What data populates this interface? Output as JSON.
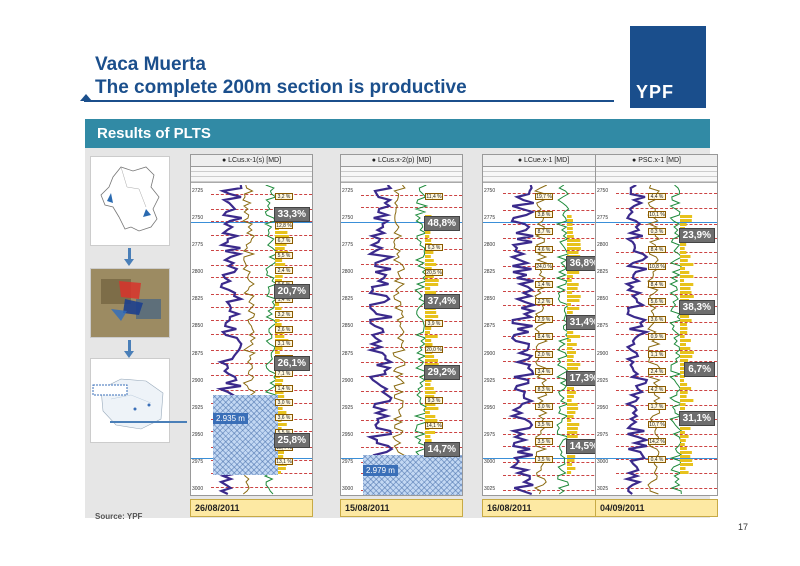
{
  "header": {
    "title_line1": "Vaca Muerta",
    "title_line2": "The complete 200m section is productive",
    "logo_text": "YPF",
    "brand_color": "#1b4f8c"
  },
  "banner": {
    "label": "Results of PLTS",
    "color": "#318aa5"
  },
  "logs": [
    {
      "well_name": "LCus.x-1(s) [MD]",
      "depths": [
        "2725",
        "2750",
        "2775",
        "2800",
        "2825",
        "2850",
        "2875",
        "2900",
        "2925",
        "2950",
        "2975",
        "3000"
      ],
      "big_percentages": [
        {
          "label": "33,3%",
          "position": 0.07
        },
        {
          "label": "20,7%",
          "position": 0.32
        },
        {
          "label": "26,1%",
          "position": 0.55
        },
        {
          "label": "25,8%",
          "position": 0.8
        }
      ],
      "small_percentages": [
        "3,2 %",
        "5,1 %",
        "12,8 %",
        "6,7 %",
        "5,5 %",
        "2,4 %",
        "9,6 %",
        "1,4 %",
        "3,2 %",
        "2,6 %",
        "3,1 %",
        "12,4 %",
        "7,1 %",
        "1,4 %",
        "3,0 %",
        "3,6 %",
        "5,5 %",
        "13,4 %",
        "13,1 %"
      ],
      "depth_label": "2.935 m",
      "date": "26/08/2011"
    },
    {
      "well_name": "LCus.x-2(p) [MD]",
      "depths": [
        "2725",
        "2750",
        "2775",
        "2800",
        "2825",
        "2850",
        "2875",
        "2900",
        "2925",
        "2950",
        "2975",
        "3000"
      ],
      "big_percentages": [
        {
          "label": "48,8%",
          "position": 0.1
        },
        {
          "label": "37,4%",
          "position": 0.35
        },
        {
          "label": "29,2%",
          "position": 0.58
        },
        {
          "label": "14,7%",
          "position": 0.83
        }
      ],
      "small_percentages": [
        "11,4 %",
        "13,8 %",
        "6,3 %",
        "20,5 %",
        "4,2 %",
        "3,9 %",
        "20,0 %",
        "3,1 %",
        "9,3 %",
        "14,1 %",
        "3,7 %"
      ],
      "depth_label": "2.979 m",
      "date": "15/08/2011"
    },
    {
      "well_name": "LCue.x-1 [MD]",
      "depths": [
        "2750",
        "2775",
        "2800",
        "2825",
        "2850",
        "2875",
        "2900",
        "2925",
        "2950",
        "2975",
        "3000",
        "3025"
      ],
      "big_percentages": [
        {
          "label": "36,8%",
          "position": 0.23
        },
        {
          "label": "31,4%",
          "position": 0.42
        },
        {
          "label": "17,3%",
          "position": 0.6
        },
        {
          "label": "14,5%",
          "position": 0.82
        }
      ],
      "small_percentages": [
        "19,7 %",
        "3,8 %",
        "8,7 %",
        "4,6 %",
        "24,0 %",
        "1,4 %",
        "2,2 %",
        "2,9 %",
        "8,4 %",
        "2,0 %",
        "3,4 %",
        "8,3 %",
        "3,0 %",
        "3,5 %",
        "3,5 %",
        "3,5 %"
      ],
      "depth_label": "",
      "date": "16/08/2011"
    },
    {
      "well_name": "PSC.x-1 [MD]",
      "depths": [
        "2750",
        "2775",
        "2800",
        "2825",
        "2850",
        "2875",
        "2900",
        "2925",
        "2950",
        "2975",
        "3000",
        "3025"
      ],
      "big_percentages": [
        {
          "label": "23,9%",
          "position": 0.14
        },
        {
          "label": "38,3%",
          "position": 0.37
        },
        {
          "label": "6,7%",
          "position": 0.57
        },
        {
          "label": "31,1%",
          "position": 0.73
        }
      ],
      "small_percentages": [
        "4,4 %",
        "10,1 %",
        "0,3 %",
        "8,4 %",
        "10,8 %",
        "8,4 %",
        "5,6 %",
        "3,6 %",
        "0,9 %",
        "1,1 %",
        "2,4 %",
        "4,2 %",
        "1,7 %",
        "10,7 %",
        "14,2 %",
        "0,4 %"
      ],
      "depth_label": "",
      "date": "04/09/2011"
    }
  ],
  "footer": {
    "source": "Source: YPF",
    "page_number": "17"
  }
}
